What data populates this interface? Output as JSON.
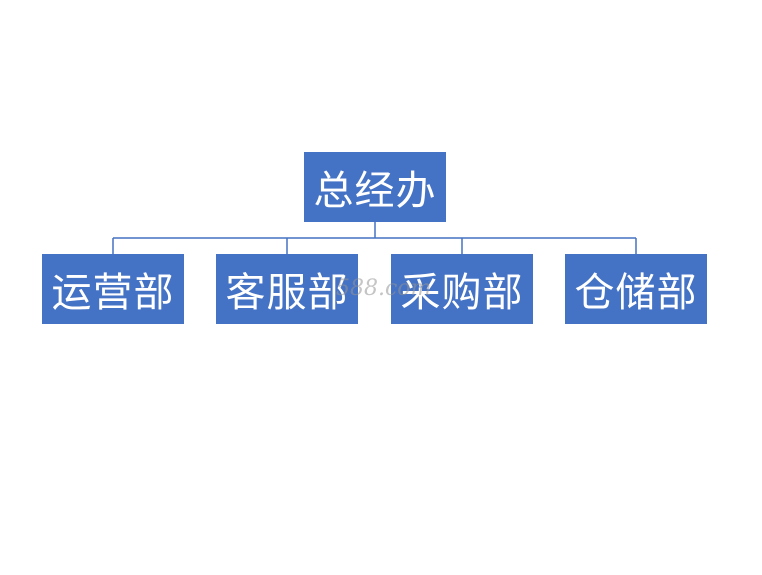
{
  "diagram": {
    "root": {
      "label": "总经办"
    },
    "children": [
      {
        "label": "运营部"
      },
      {
        "label": "客服部"
      },
      {
        "label": "采购部"
      },
      {
        "label": "仓储部"
      }
    ]
  },
  "watermark": {
    "text": "588.com"
  },
  "colors": {
    "node_fill": "#4472c4",
    "node_text": "#ffffff",
    "connector": "#4472c4",
    "background": "#ffffff"
  }
}
